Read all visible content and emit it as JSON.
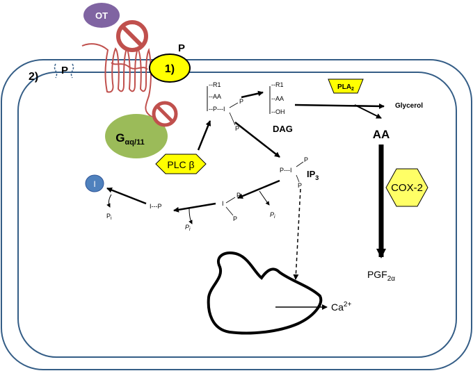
{
  "labels": {
    "ot": "OT",
    "phospho_p": "P",
    "step1": "1)",
    "step2": "2)",
    "step2_p": "P",
    "g_main": "G",
    "g_sub": "αq/11",
    "plc": "PLC β",
    "dag": "DAG",
    "pla2_main": "PLA",
    "pla2_sub": "2",
    "glycerol": "Glycerol",
    "aa": "AA",
    "cox2": "COX-2",
    "pgf_main": "PGF",
    "pgf_sub": "2α",
    "ip3_main": "IP",
    "ip3_sub": "3",
    "ca_main": "Ca",
    "ca_sup": "2+",
    "inositol": "I",
    "lipid_r1": "R1",
    "lipid_aa": "AA",
    "lipid_oh": "OH",
    "p_i": "P---I",
    "i_p": "I---P",
    "p": "P",
    "i": "I",
    "pi_main": "P",
    "pi_sub": "i"
  },
  "colors": {
    "ot": "#8064a2",
    "receptor": "#c0504d",
    "no_symbol": "#c0504d",
    "step1": "#ffff00",
    "g_protein": "#9bbb59",
    "plc": "#ffff00",
    "pla2": "#ffff00",
    "cox2": "#ffff66",
    "inositol": "#4f81bd",
    "membrane": "#345d86"
  }
}
